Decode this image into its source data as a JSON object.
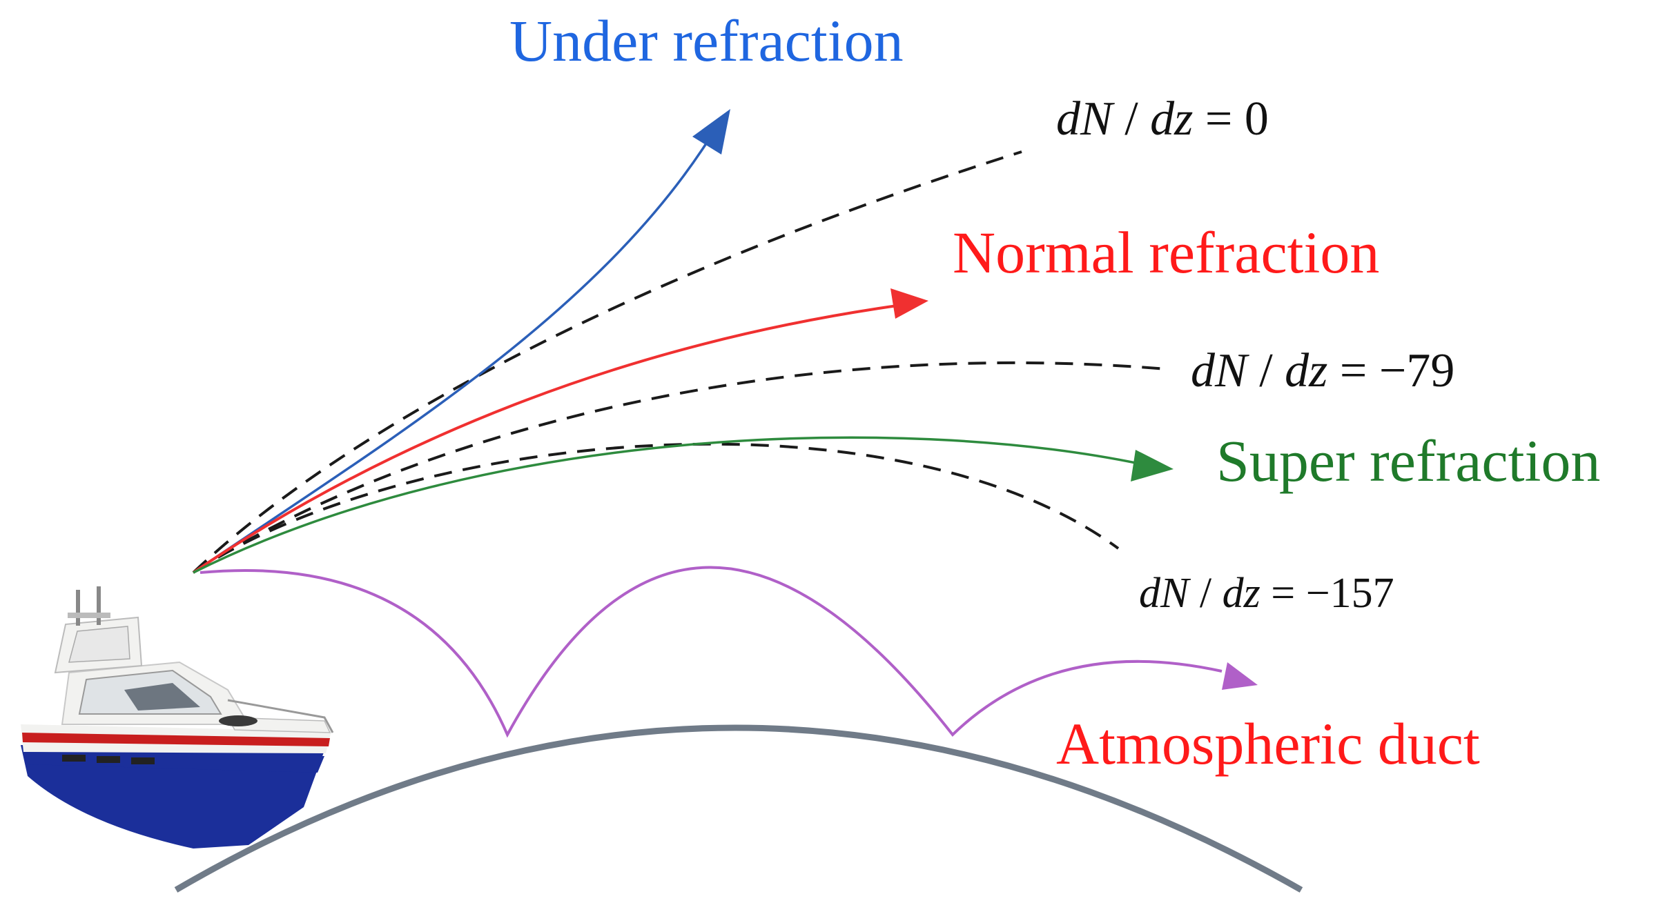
{
  "labels": {
    "under": {
      "text": "Under refraction",
      "color": "#1f66e0"
    },
    "normal": {
      "text": "Normal refraction",
      "color": "#ff1a1a"
    },
    "super": {
      "text": "Super refraction",
      "color": "#1f7a2a"
    },
    "duct": {
      "text": "Atmospheric duct",
      "color": "#ff1a1a"
    }
  },
  "equations": [
    {
      "lhs_d": "d",
      "lhs_N": "N",
      "slash": " / ",
      "rhs_d": "d",
      "rhs_z": "z",
      "eq": " = ",
      "value": "0"
    },
    {
      "lhs_d": "d",
      "lhs_N": "N",
      "slash": " / ",
      "rhs_d": "d",
      "rhs_z": "z",
      "eq": " = ",
      "value": "−79"
    },
    {
      "lhs_d": "d",
      "lhs_N": "N",
      "slash": " / ",
      "rhs_d": "d",
      "rhs_z": "z",
      "eq": " = ",
      "value": "−157"
    }
  ],
  "colors": {
    "under_ray": "#2b5fb8",
    "normal_ray": "#f03030",
    "super_ray": "#2e8b3e",
    "duct_ray": "#b060c8",
    "dashed": "#1a1a1a",
    "earth": "#707b88",
    "boat_hull": "#1b2f9a",
    "boat_stripe": "#c81e1e",
    "boat_cabin": "#f2f2f0"
  },
  "icons": {
    "ship": "motor-yacht-illustration"
  }
}
